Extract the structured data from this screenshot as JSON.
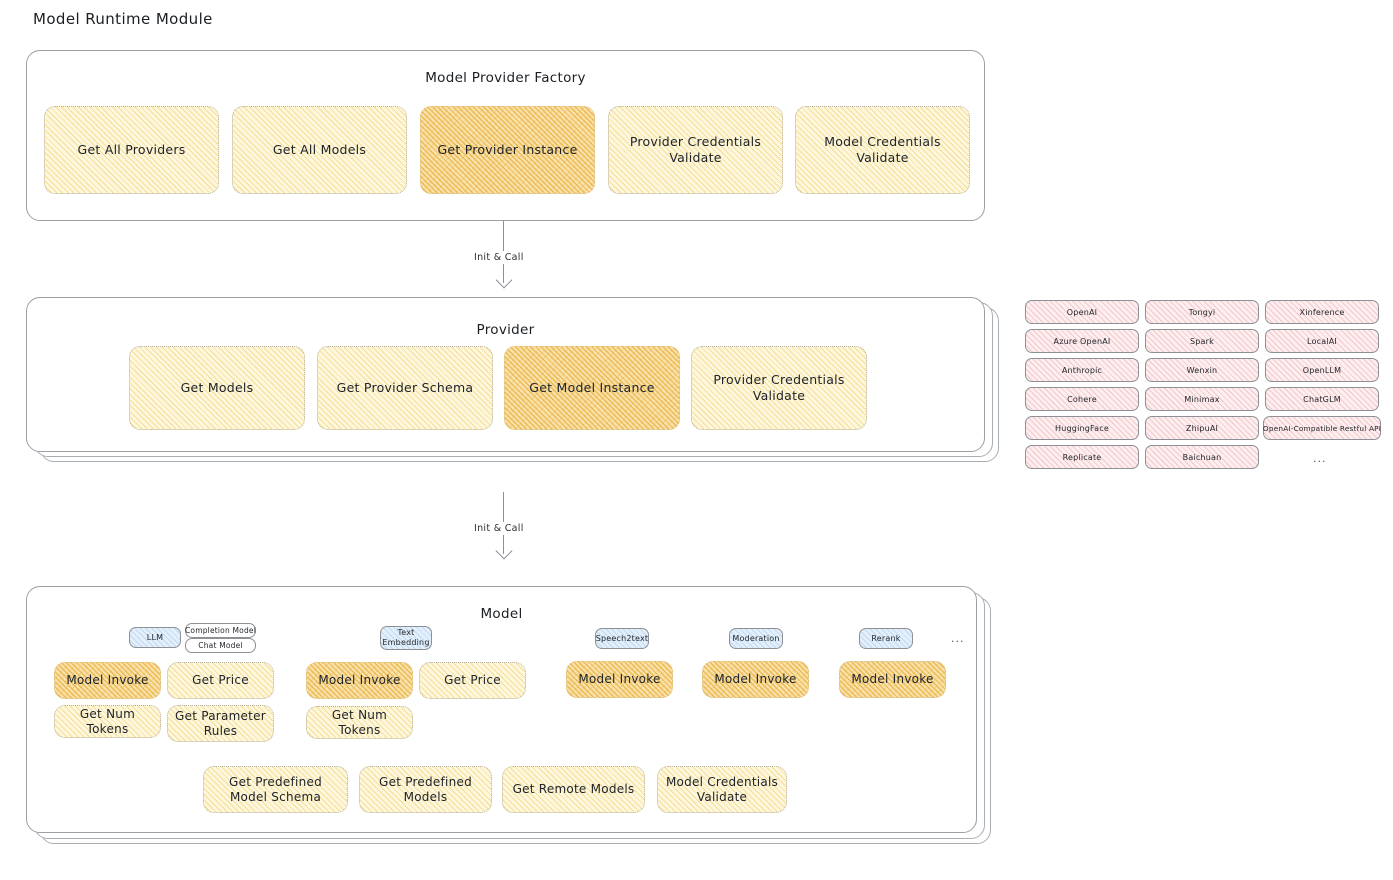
{
  "page": {
    "title": "Model Runtime Module"
  },
  "factory": {
    "title": "Model Provider Factory",
    "cards": [
      {
        "label": "Get All Providers",
        "highlight": false
      },
      {
        "label": "Get All Models",
        "highlight": false
      },
      {
        "label": "Get Provider Instance",
        "highlight": true
      },
      {
        "label": "Provider Credentials Validate",
        "highlight": false
      },
      {
        "label": "Model Credentials Validate",
        "highlight": false
      }
    ]
  },
  "arrows": [
    {
      "label": "Init & Call"
    },
    {
      "label": "Init & Call"
    }
  ],
  "provider": {
    "title": "Provider",
    "cards": [
      {
        "label": "Get Models",
        "highlight": false
      },
      {
        "label": "Get Provider Schema",
        "highlight": false
      },
      {
        "label": "Get Model Instance",
        "highlight": true
      },
      {
        "label": "Provider Credentials Validate",
        "highlight": false
      }
    ]
  },
  "provider_list": {
    "ellipsis": "...",
    "columns": [
      {
        "items": [
          "OpenAI",
          "Azure OpenAI",
          "Anthropic",
          "Cohere",
          "HuggingFace",
          "Replicate"
        ]
      },
      {
        "items": [
          "Tongyi",
          "Spark",
          "Wenxin",
          "Minimax",
          "ZhipuAI",
          "Baichuan"
        ]
      },
      {
        "items": [
          "Xinference",
          "LocalAI",
          "OpenLLM",
          "ChatGLM",
          "OpenAI-Compatible Restful API"
        ]
      }
    ]
  },
  "model": {
    "title": "Model",
    "ellipsis": "...",
    "types": [
      {
        "name": "LLM",
        "subtypes": [
          "Completion Model",
          "Chat Model"
        ],
        "cards": [
          {
            "label": "Model Invoke",
            "highlight": true
          },
          {
            "label": "Get Price",
            "highlight": false
          },
          {
            "label": "Get Num Tokens",
            "highlight": false
          },
          {
            "label": "Get Parameter Rules",
            "highlight": false
          }
        ]
      },
      {
        "name": "Text Embedding",
        "subtypes": [],
        "cards": [
          {
            "label": "Model Invoke",
            "highlight": true
          },
          {
            "label": "Get Price",
            "highlight": false
          },
          {
            "label": "Get Num Tokens",
            "highlight": false
          }
        ]
      },
      {
        "name": "Speech2text",
        "subtypes": [],
        "cards": [
          {
            "label": "Model Invoke",
            "highlight": true
          }
        ]
      },
      {
        "name": "Moderation",
        "subtypes": [],
        "cards": [
          {
            "label": "Model Invoke",
            "highlight": true
          }
        ]
      },
      {
        "name": "Rerank",
        "subtypes": [],
        "cards": [
          {
            "label": "Model Invoke",
            "highlight": true
          }
        ]
      }
    ],
    "common_cards": [
      {
        "label": "Get Predefined Model Schema"
      },
      {
        "label": "Get Predefined Models"
      },
      {
        "label": "Get Remote Models"
      },
      {
        "label": "Model Credentials Validate"
      }
    ]
  }
}
